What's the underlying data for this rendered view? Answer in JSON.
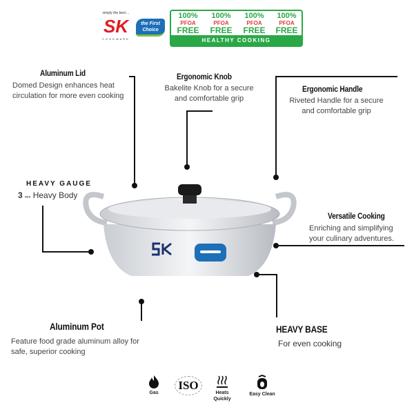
{
  "brand": {
    "tagline": "simply the best....",
    "logo": "SK",
    "sub": "COOKWARE",
    "second_logo": "the First Choice"
  },
  "badge": {
    "items": [
      {
        "pct": "100%",
        "name": "PFOA",
        "free": "FREE"
      },
      {
        "pct": "100%",
        "name": "PFOA",
        "free": "FREE"
      },
      {
        "pct": "100%",
        "name": "PFOA",
        "free": "FREE"
      },
      {
        "pct": "100%",
        "name": "PFOA",
        "free": "FREE"
      }
    ],
    "footer": "HEALTHY COOKING"
  },
  "callouts": {
    "lid": {
      "title": "Aluminum Lid",
      "desc": "Domed Design enhances heat circulation for more even cooking"
    },
    "knob": {
      "title": "Ergonomic Knob",
      "desc": "Bakelite Knob for a secure and comfortable grip"
    },
    "handle": {
      "title": "Ergonomic Handle",
      "desc": "Riveted  Handle for a secure and comfortable grip"
    },
    "gauge": {
      "title": "HEAVY GAUGE",
      "num": "3",
      "unit": "mm",
      "desc": "Heavy Body"
    },
    "versatile": {
      "title": "Versatile Cooking",
      "desc": "Enriching and simplifying your culinary adventures."
    },
    "pot": {
      "title": "Aluminum Pot",
      "desc": "Feature food grade aluminum alloy for safe, superior cooking"
    },
    "base": {
      "title": "HEAVY BASE",
      "desc": "For even cooking"
    }
  },
  "features": [
    {
      "icon": "flame-icon",
      "label": "Gas"
    },
    {
      "icon": "iso-icon",
      "label": "ISO"
    },
    {
      "icon": "heat-icon",
      "label": "Heats Quickly"
    },
    {
      "icon": "clean-icon",
      "label": "Easy Clean"
    }
  ],
  "colors": {
    "green": "#2aa847",
    "red": "#e03a3a",
    "logo_red": "#e11b22",
    "navy": "#1d2f6f"
  }
}
